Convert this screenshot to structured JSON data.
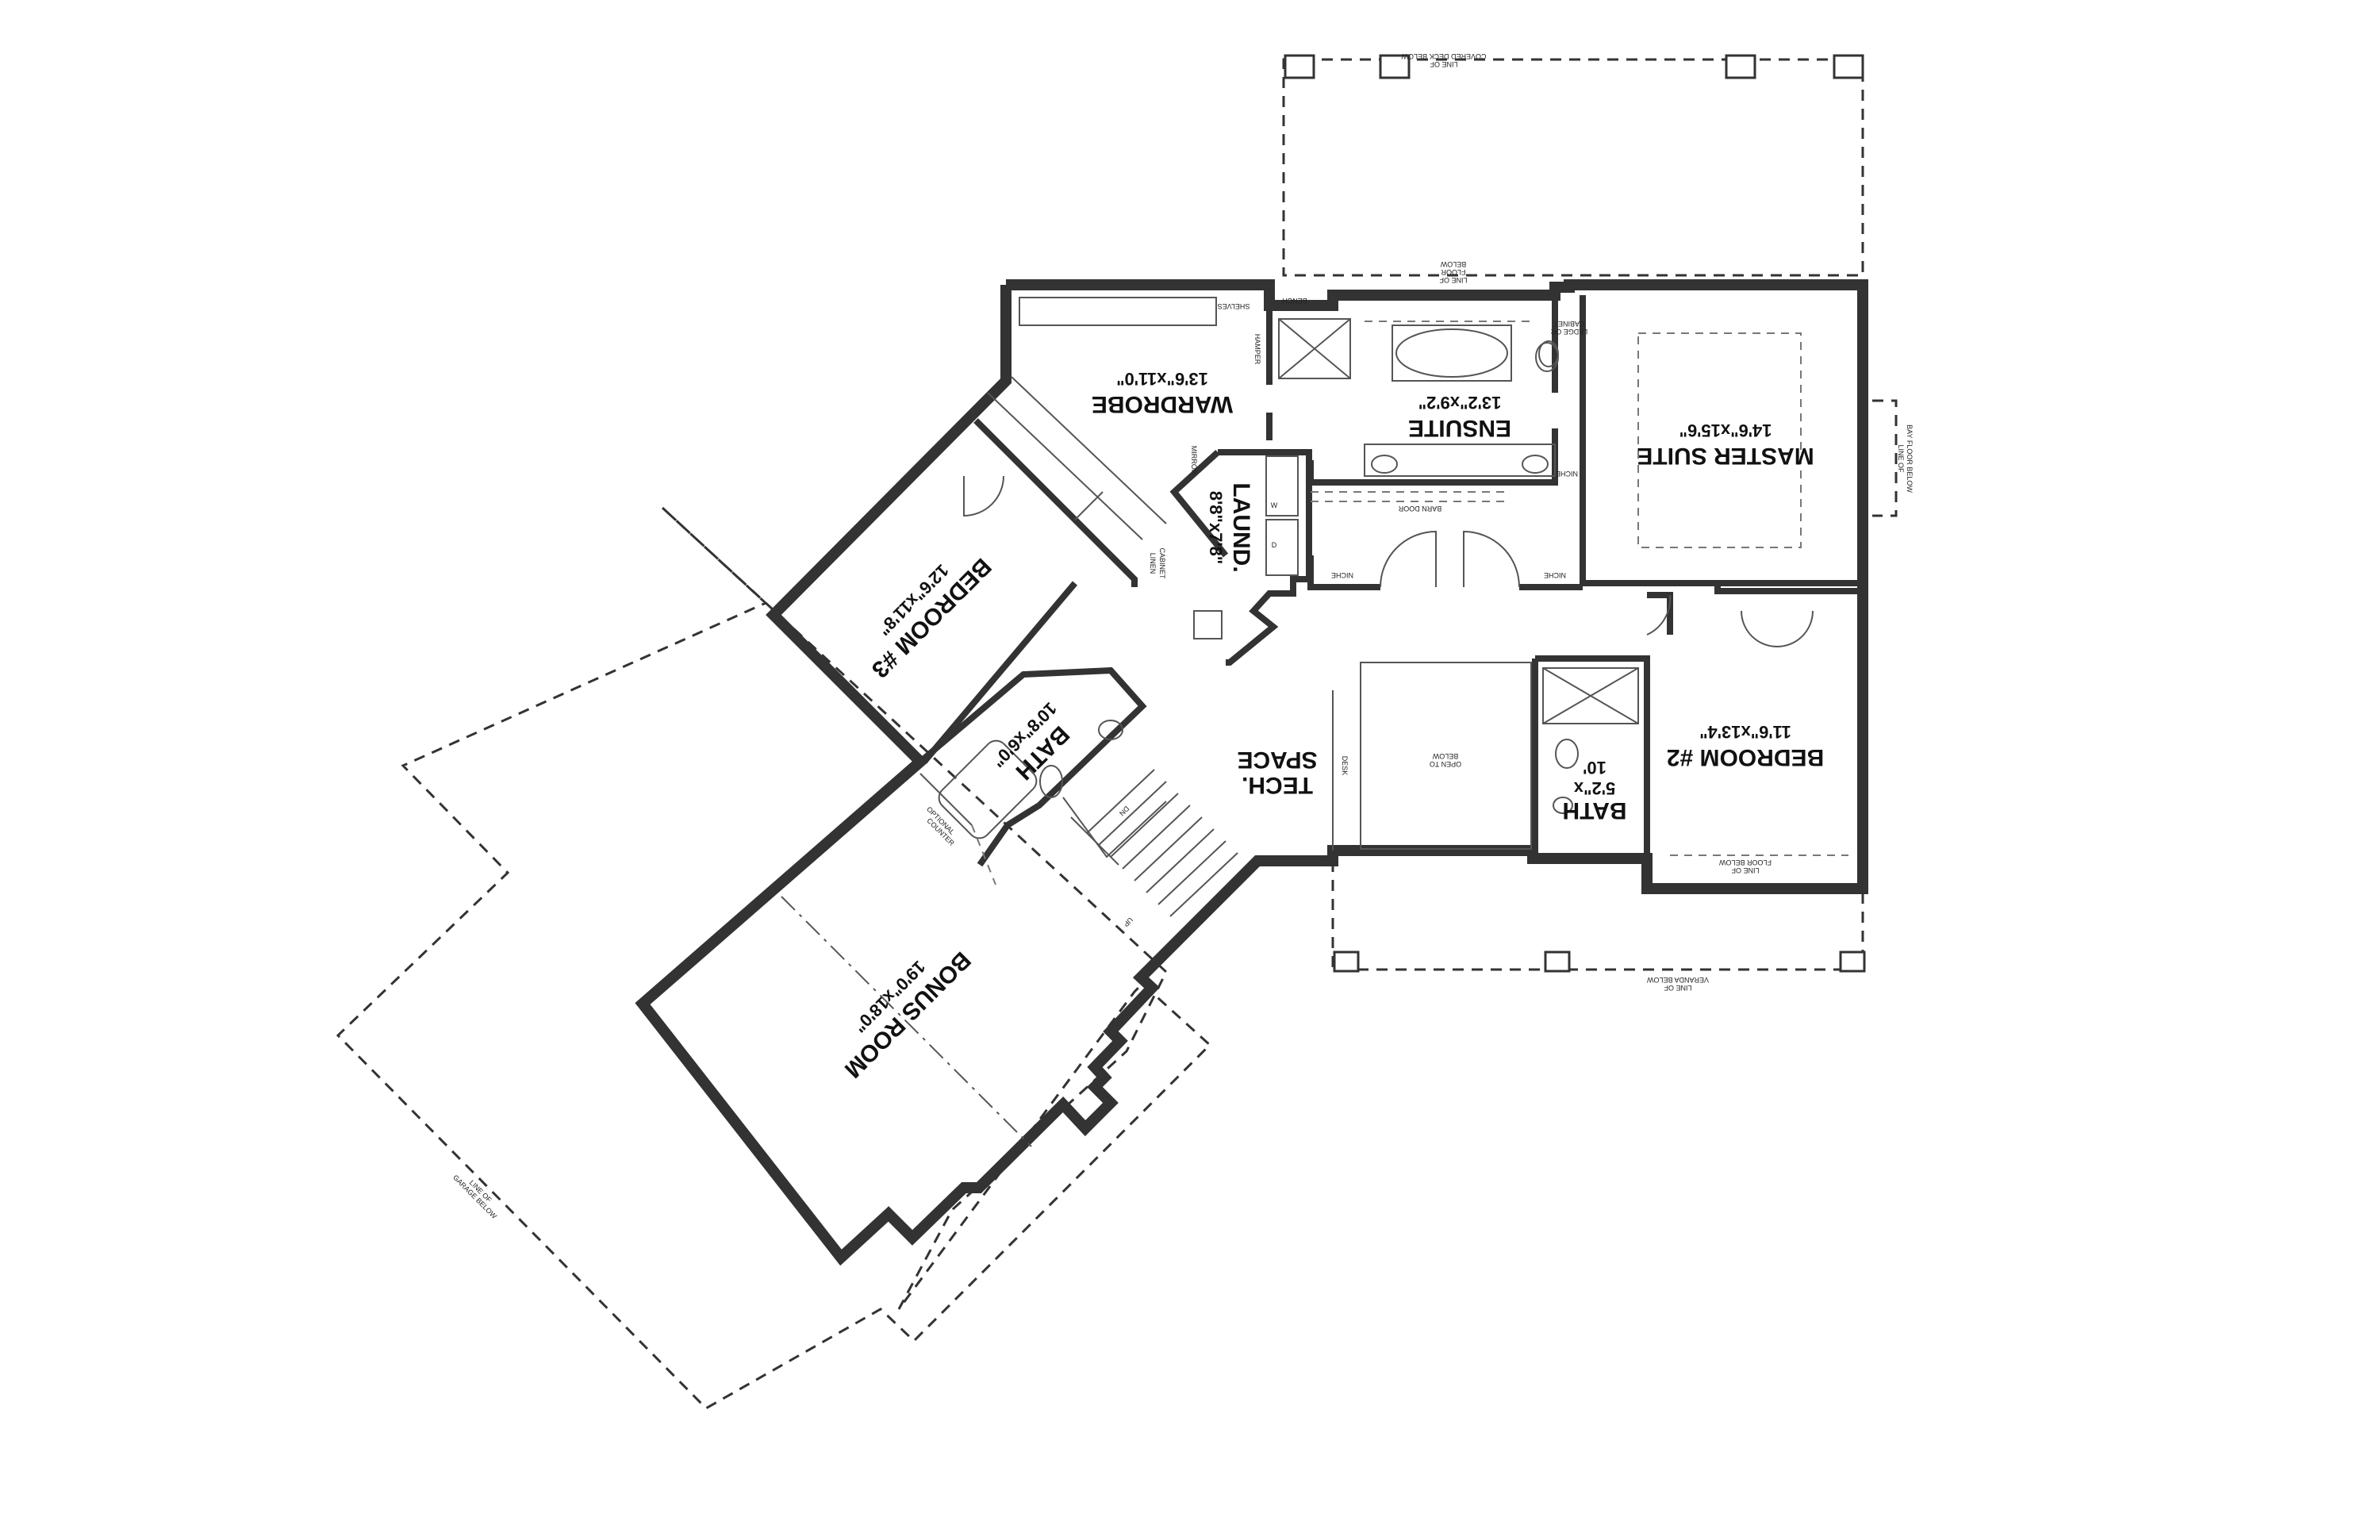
{
  "plan": {
    "rooms": {
      "wardrobe": {
        "name": "WARDROBE",
        "dim": "13'6\"x11'0\""
      },
      "ensuite": {
        "name": "ENSUITE",
        "dim": "13'2\"x9'2\""
      },
      "master": {
        "name": "MASTER SUITE",
        "dim": "14'6\"x15'6\""
      },
      "laund": {
        "name": "LAUND.",
        "dim": "8'8\"x7'8\""
      },
      "bedroom3": {
        "name": "BEDROOM #3",
        "dim": "12'6\"x11'8\""
      },
      "bath1": {
        "name": "BATH",
        "dim": "10'8\"x6'0\""
      },
      "tech": {
        "name1": "TECH.",
        "name2": "SPACE"
      },
      "bath2": {
        "name": "BATH",
        "dim1": "5'2\"x",
        "dim2": "10'"
      },
      "bedroom2": {
        "name": "BEDROOM #2",
        "dim": "11'6\"x13'4\""
      },
      "bonus": {
        "name": "BONUS ROOM",
        "dim": "19'0\"x18'0\""
      }
    },
    "labels": {
      "bench": "BENCH",
      "shelves": "SHELVES",
      "floor_line_1": "LINE OF",
      "floor_line_2": "FLOOR",
      "floor_line_3": "BELOW",
      "ledge_1": "LEDGE OR",
      "ledge_2": "CABINET",
      "niche_1": "NICHE",
      "niche_2": "NICHE",
      "niche_3": "NICHE",
      "barn_door": "BARN DOOR",
      "linen_1": "LINEN",
      "linen_2": "CABINET",
      "mirror": "MIRROR",
      "hamper": "HAMPER",
      "w": "W",
      "d": "D",
      "open_below_1": "OPEN TO",
      "open_below_2": "BELOW",
      "desk": "DESK",
      "dn": "DN",
      "up": "UP",
      "optional_1": "OPTIONAL",
      "optional_2": "COUNTER"
    },
    "notes": {
      "deck_1": "LINE OF",
      "deck_2": "COVERED DECK BELOW",
      "bay_1": "LINE OF",
      "bay_2": "BAY FLOOR BELOW",
      "veranda_1": "LINE OF",
      "veranda_2": "VERANDA BELOW",
      "floor_b2_1": "LINE OF",
      "floor_b2_2": "FLOOR BELOW",
      "garage_1": "LINE OF",
      "garage_2": "GARAGE BELOW"
    }
  }
}
